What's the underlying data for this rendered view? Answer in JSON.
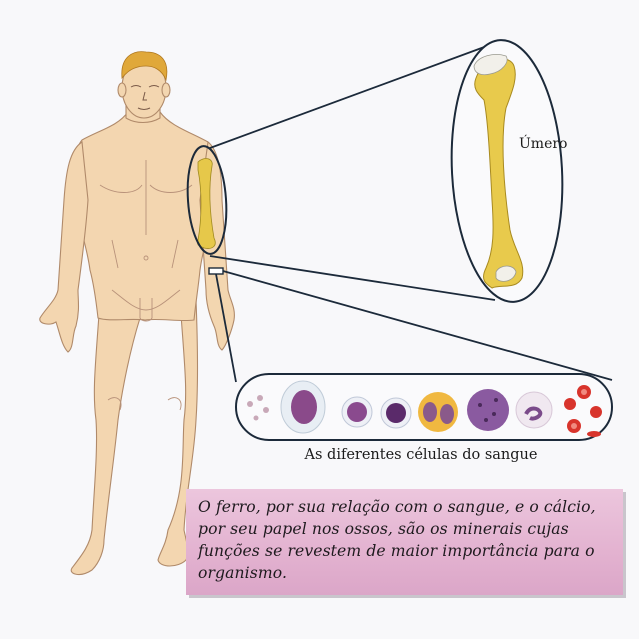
{
  "figure": {
    "bone_label": "Úmero",
    "cells_caption": "As diferentes células do sangue",
    "callout_text": "O ferro, por sua relação com o sangue, e o cálcio, por seu papel nos ossos, são os minerais cujas funções se revestem de maior importância para o organismo.",
    "colors": {
      "skin": "#f3d6b0",
      "skin_outline": "#b08a6a",
      "hair": "#e0a83a",
      "bone": "#e6c84a",
      "bone_head": "#f2f0ea",
      "outline": "#1c2a3a",
      "callout_bg": "#e3b2d0",
      "rbc": "#d8342c",
      "cell_nucleus": "#7a3a7e",
      "eosinophil_bg": "#f0b840"
    }
  }
}
